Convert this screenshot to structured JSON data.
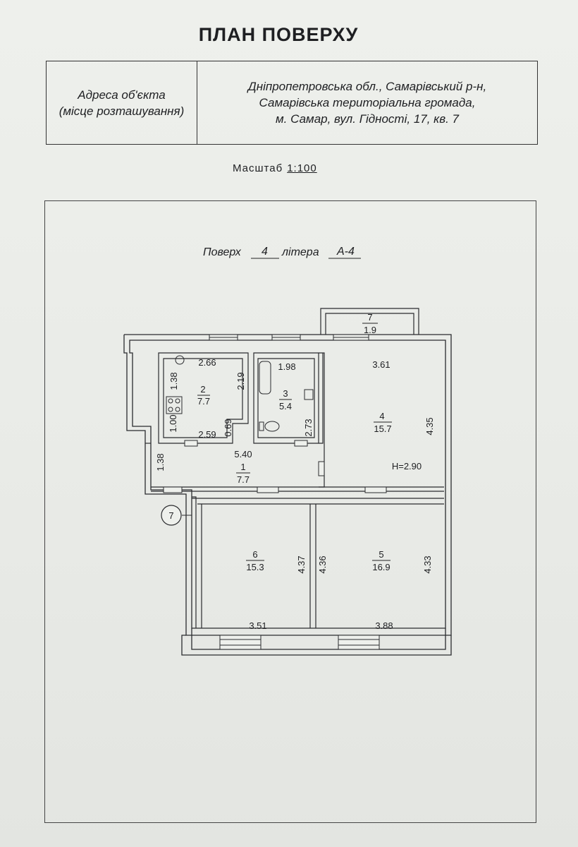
{
  "title": "ПЛАН ПОВЕРХУ",
  "address": {
    "label_line1": "Адреса об'єкта",
    "label_line2": "(місце розташування)",
    "value_line1": "Дніпропетровська обл., Самарівський р-н,",
    "value_line2": "Самарівська територіальна громада,",
    "value_line3": "м. Самар, вул. Гідності, 17, кв. 7"
  },
  "scale": {
    "label": "Масштаб",
    "value": "1:100"
  },
  "floor": {
    "floor_label": "Поверх",
    "floor_value": "4",
    "letter_label": "літера",
    "letter_value": "А-4"
  },
  "rooms": {
    "r1": {
      "number": "1",
      "area": "7.7"
    },
    "r2": {
      "number": "2",
      "area": "7.7"
    },
    "r3": {
      "number": "3",
      "area": "5.4"
    },
    "r4": {
      "number": "4",
      "area": "15.7"
    },
    "r5": {
      "number": "5",
      "area": "16.9"
    },
    "r6": {
      "number": "6",
      "area": "15.3"
    },
    "r7": {
      "number": "7",
      "area": "1.9"
    }
  },
  "dimensions": {
    "d2_top": "2.66",
    "d2_side_left": "1.38",
    "d2_side_right": "2.19",
    "d2_lower_left": "1.00",
    "d2_lower_mid": "0.69",
    "d2_bottom": "2.59",
    "d3_top": "1.98",
    "d3_side": "2.73",
    "d4_top": "3.61",
    "d4_side": "4.35",
    "d1_top": "5.40",
    "d1_side": "1.38",
    "d6_side_right": "4.37",
    "d6_bottom": "3.51",
    "d5_side_left": "4.36",
    "d5_side_right": "4.33",
    "d5_bottom": "3.88"
  },
  "height_label": "H=2.90",
  "apartment_marker": "7"
}
